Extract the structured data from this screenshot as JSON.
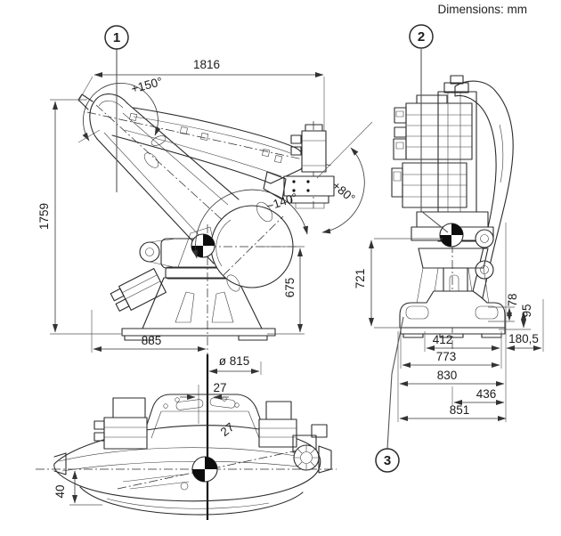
{
  "header": {
    "units_label": "Dimensions: mm"
  },
  "callouts": {
    "one": "1",
    "two": "2",
    "three": "3"
  },
  "views": {
    "side": {
      "dims": {
        "width": "1816",
        "height": "1759",
        "angle_shoulder": "+150°",
        "angle_elbow": "~140°",
        "angle_wrist": "+80°",
        "elbow_center_height": "675",
        "base_width": "885",
        "swing_diameter": "ø 815"
      }
    },
    "front": {
      "dims": {
        "com_height": "721",
        "step_height_1": "78",
        "step_height_2": "95",
        "slot_spacing": "412",
        "edge_offset": "180,5",
        "foot_spacing": "773",
        "base_width": "830",
        "side_offset": "436",
        "total_width": "851"
      }
    },
    "top": {
      "dims": {
        "axis_offset": "27",
        "diag_offset": "27",
        "lateral_offset": "40"
      }
    }
  }
}
